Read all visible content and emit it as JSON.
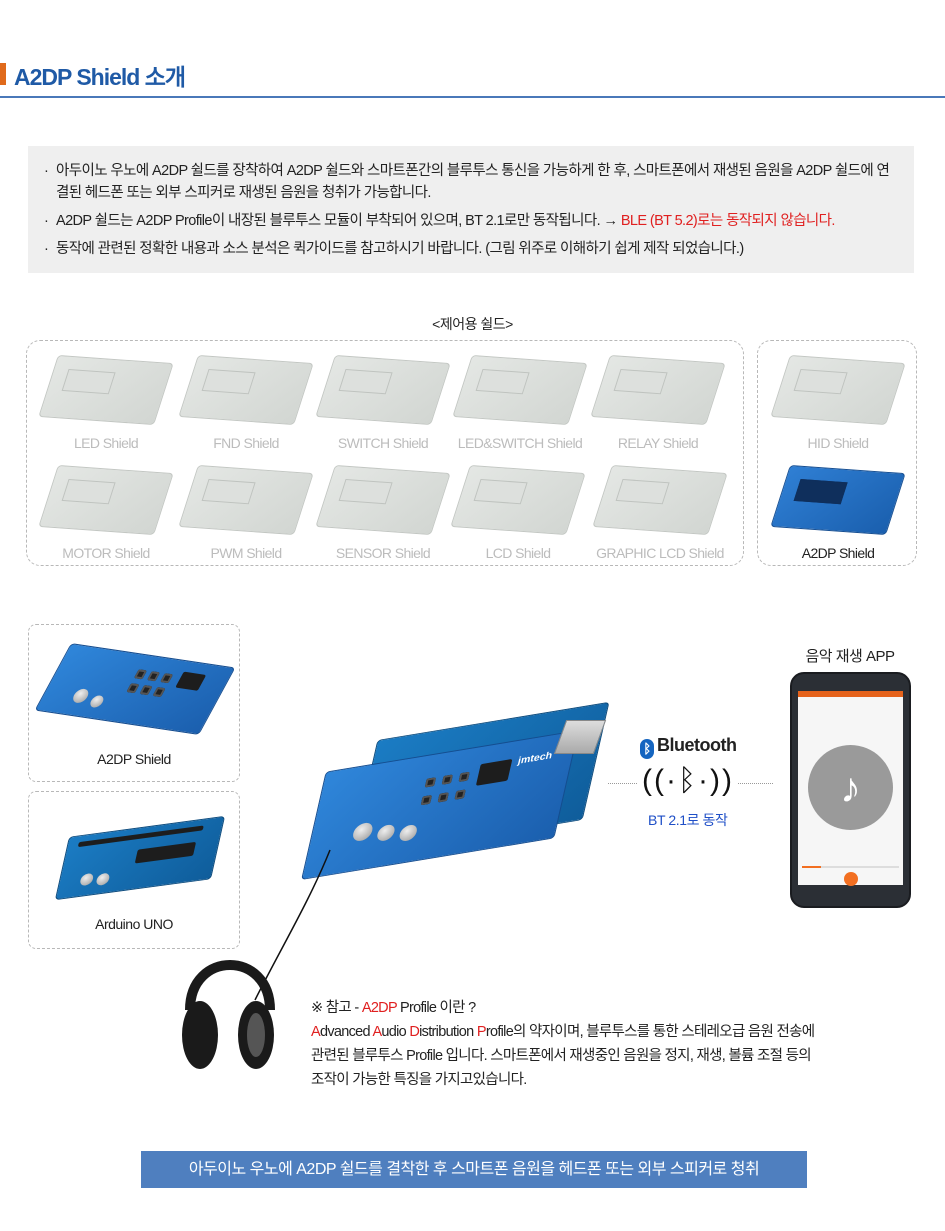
{
  "heading": {
    "title": "A2DP Shield 소개"
  },
  "intro": {
    "bullet1": "아두이노 우노에 A2DP 쉴드를 장착하여 A2DP 쉴드와 스마트폰간의 블루투스 통신을 가능하게 한 후, 스마트폰에서 재생된 음원을  A2DP 쉴드에 연결된 헤드폰 또는 외부 스피커로 재생된 음원을 청취가 가능합니다.",
    "bullet2_main": "A2DP 쉴드는 A2DP Profile이 내장된 블루투스 모듈이 부착되어 있으며, BT 2.1로만 동작됩니다. → ",
    "bullet2_red": "BLE (BT 5.2)로는 동작되지 않습니다.",
    "bullet3": "동작에 관련된 정확한 내용과 소스 분석은  퀵가이드를 참고하시기 바랍니다.  (그림 위주로 이해하기 쉽게 제작 되었습니다.)"
  },
  "control_shields": {
    "caption": "<제어용 쉴드>",
    "items": [
      {
        "label": "LED Shield"
      },
      {
        "label": "FND Shield"
      },
      {
        "label": "SWITCH Shield"
      },
      {
        "label": "LED&SWITCH Shield"
      },
      {
        "label": "RELAY Shield"
      },
      {
        "label": "MOTOR Shield"
      },
      {
        "label": "PWM Shield"
      },
      {
        "label": "SENSOR Shield"
      },
      {
        "label": "LCD Shield"
      },
      {
        "label": "GRAPHIC LCD Shield"
      }
    ],
    "side_items": [
      {
        "label": "HID Shield"
      },
      {
        "label": "A2DP Shield"
      }
    ]
  },
  "diagram": {
    "a2dp_label": "A2DP Shield",
    "uno_label": "Arduino UNO",
    "music_app_label": "음악 재생 APP",
    "bluetooth_brand": "Bluetooth",
    "bt_version": "BT 2.1로 동작",
    "board_brand": "jmtech"
  },
  "note": {
    "prefix": "※ 참고 - ",
    "term": "A2DP",
    "suffix": " Profile 이란 ?",
    "l2_A": "A",
    "l2_dvanced": "dvanced ",
    "l2_Au": "A",
    "l2_udio": "udio ",
    "l2_D": "D",
    "l2_istribution": "istribution ",
    "l2_P": "P",
    "l2_rest": "rofile의 약자이며, 블루투스를 통한 스테레오급 음원 전송에",
    "line3": "관련된 블루투스 Profile 입니다.  스마트폰에서 재생중인 음원을 정지, 재생, 볼륨 조절 등의",
    "line4": "조작이 가능한 특징을 가지고있습니다."
  },
  "banner": {
    "text": "아두이노 우노에 A2DP 쉴드를 결착한 후 스마트폰 음원을 헤드폰 또는 외부 스피커로 청취"
  }
}
